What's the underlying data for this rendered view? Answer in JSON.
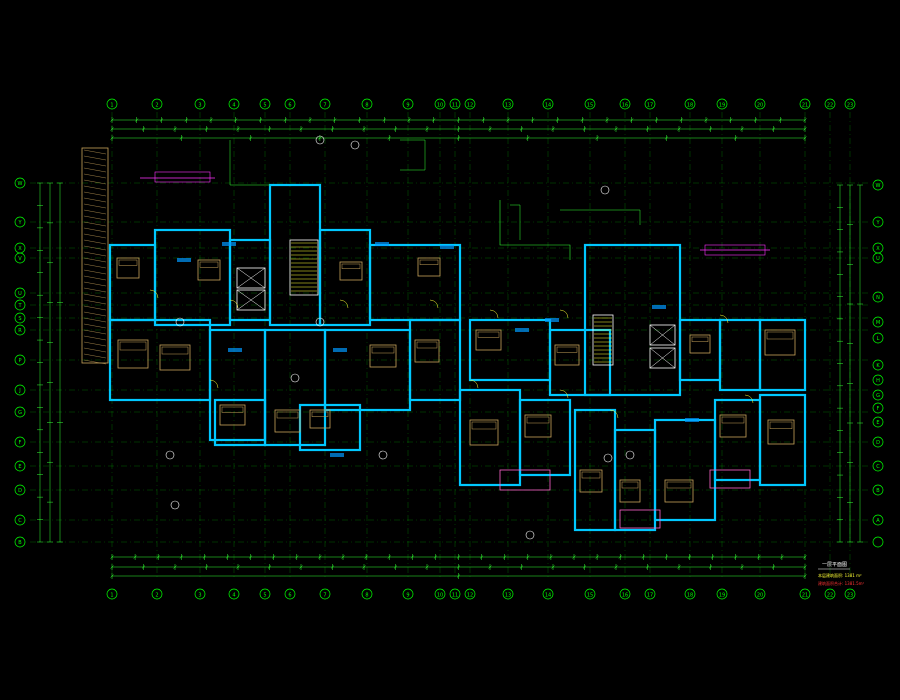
{
  "drawing": {
    "background": "#000000",
    "colors": {
      "grid": "#00ff00",
      "wall": "#00c8ff",
      "furniture": "#c9a35a",
      "annotation": "#ffffff",
      "magenta": "#ff33ff",
      "yellow": "#ffff33",
      "red": "#ff3333",
      "dimension": "#33ff33"
    },
    "column_axes": {
      "top_labels": [
        "1",
        "2",
        "3",
        "4",
        "5",
        "6",
        "7",
        "8",
        "9",
        "10",
        "11",
        "12",
        "13",
        "14",
        "15",
        "16",
        "17",
        "18",
        "19",
        "20",
        "21",
        "22",
        "23"
      ],
      "bottom_labels": [
        "1",
        "2",
        "3",
        "4",
        "5",
        "6",
        "7",
        "8",
        "9",
        "10",
        "11",
        "12",
        "13",
        "14",
        "15",
        "16",
        "17",
        "18",
        "19",
        "20",
        "21",
        "22",
        "23"
      ]
    },
    "row_axes": {
      "left_labels": [
        "W",
        "Y",
        "X",
        "V",
        "U",
        "T",
        "S",
        "R",
        "P",
        "J",
        "G",
        "F",
        "E",
        "D",
        "C",
        "B",
        "A"
      ],
      "right_labels": [
        "W",
        "Y",
        "X",
        "U",
        "N",
        "M",
        "L",
        "K",
        "H",
        "G",
        "F",
        "E",
        "D",
        "C",
        "B",
        "A"
      ]
    },
    "legend": {
      "title": "一层平面图",
      "line1": "本层建筑面积: 1381 m²",
      "line2": "建筑面积合计: 1381.5m²"
    }
  }
}
